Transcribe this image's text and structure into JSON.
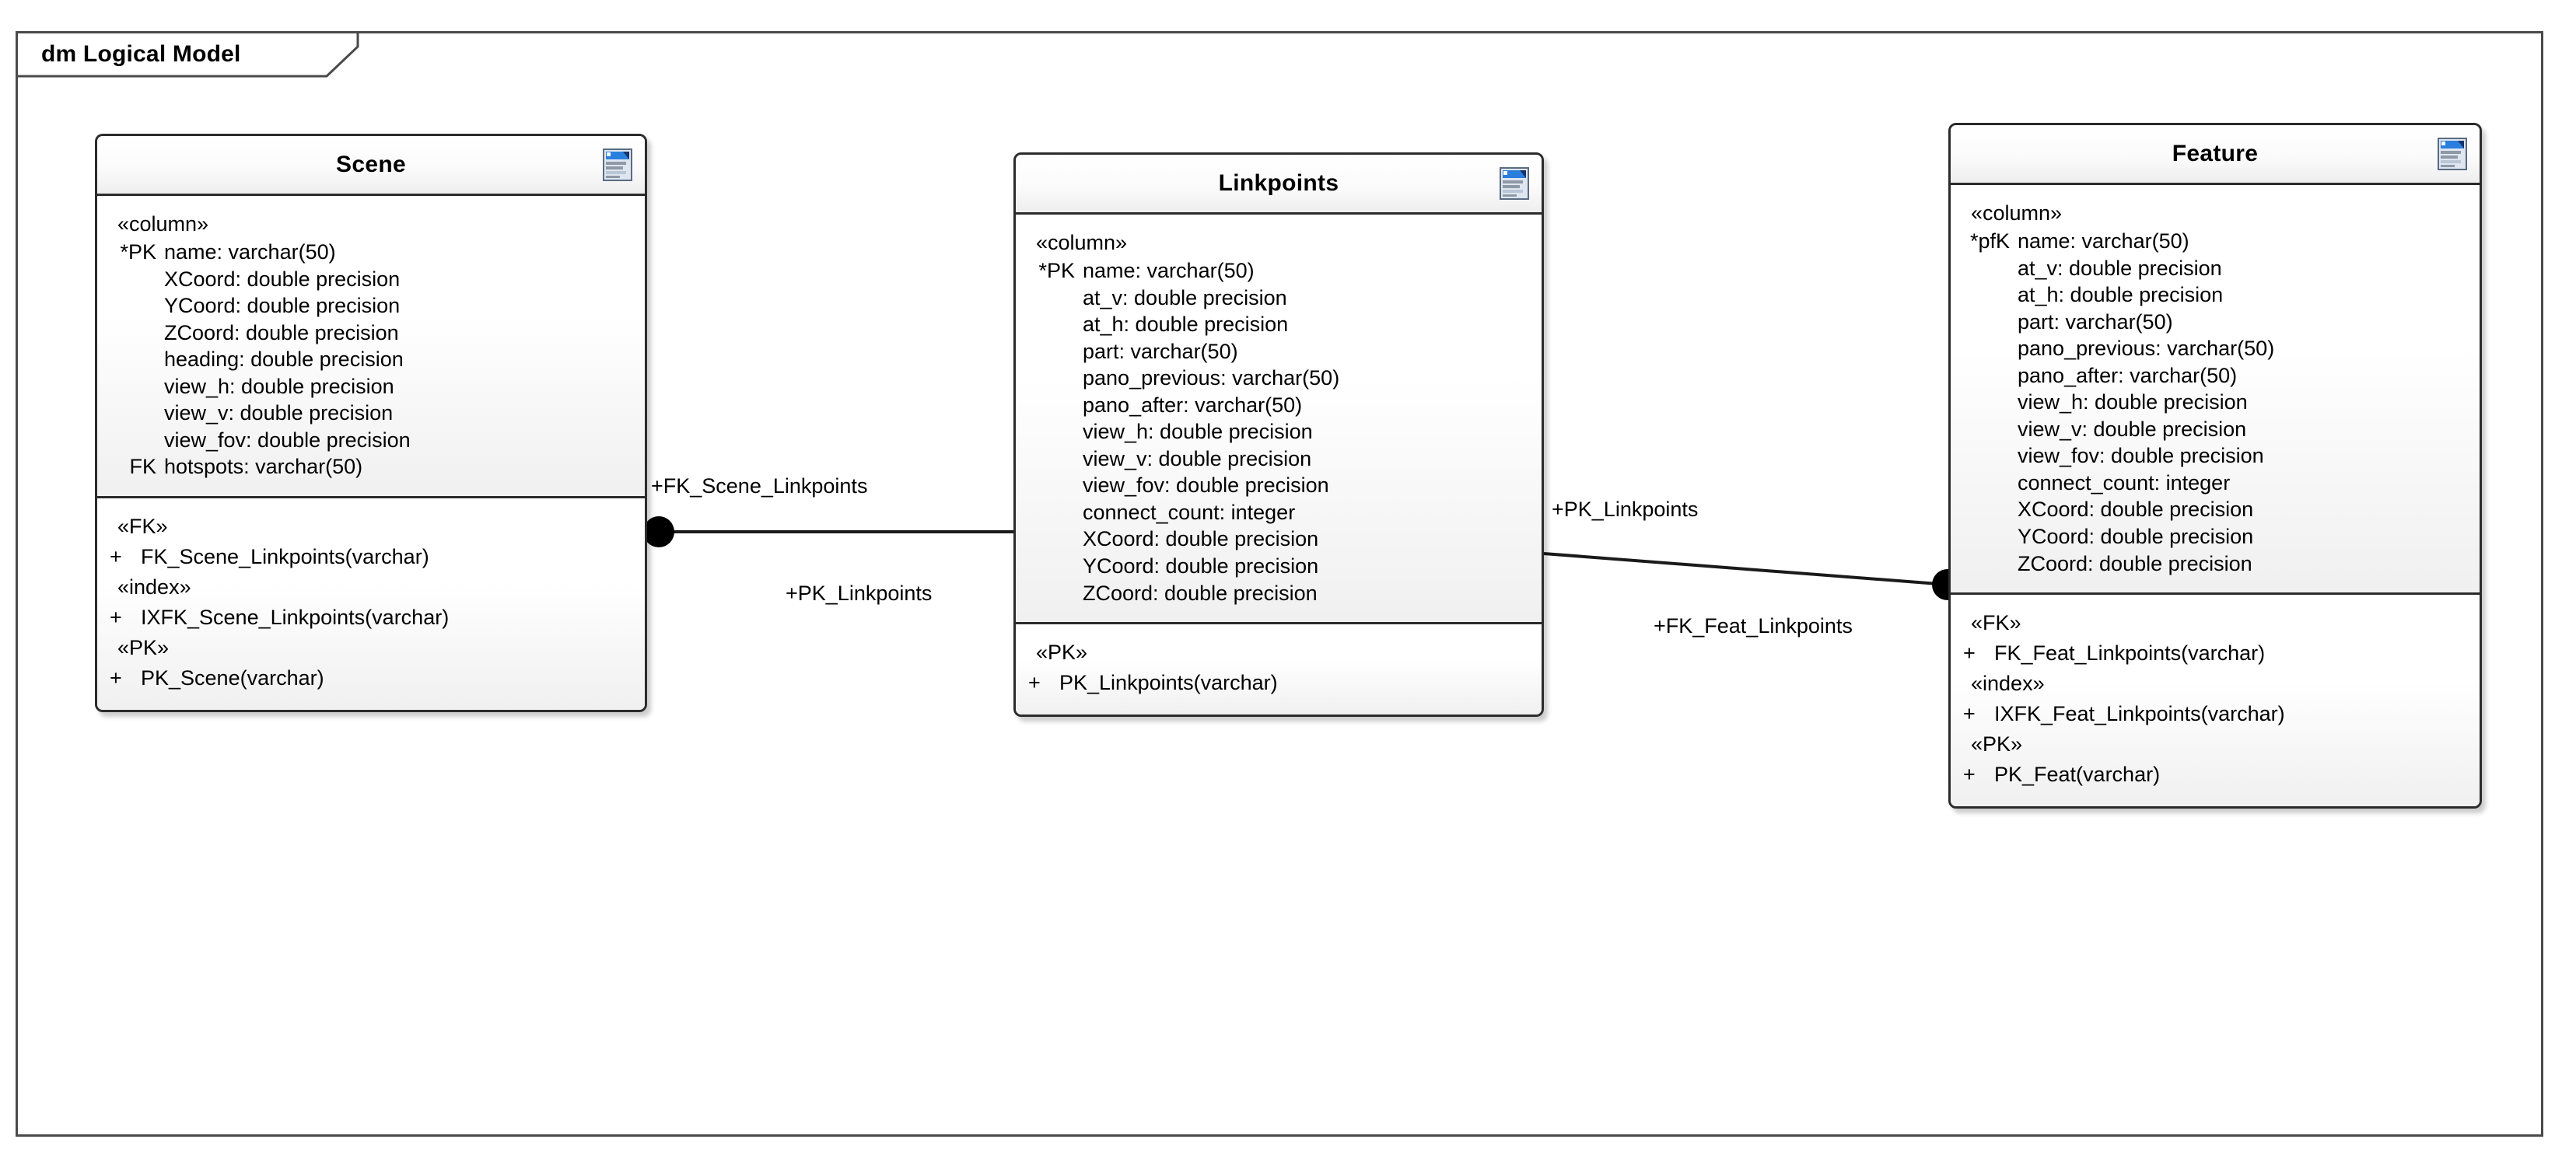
{
  "frame": {
    "label": "dm Logical Model"
  },
  "entities": [
    {
      "id": "scene",
      "title": "Scene",
      "icon": "table-entity-icon",
      "columns_stereotype": "«column»",
      "columns": [
        {
          "key": "*PK",
          "name": "name: varchar(50)"
        },
        {
          "key": "",
          "name": "XCoord: double precision"
        },
        {
          "key": "",
          "name": "YCoord: double precision"
        },
        {
          "key": "",
          "name": "ZCoord: double precision"
        },
        {
          "key": "",
          "name": "heading: double precision"
        },
        {
          "key": "",
          "name": "view_h: double precision"
        },
        {
          "key": "",
          "name": "view_v: double precision"
        },
        {
          "key": "",
          "name": "view_fov: double precision"
        },
        {
          "key": "FK",
          "name": "hotspots: varchar(50)"
        }
      ],
      "groups": [
        {
          "stereotype": "«FK»",
          "items": [
            {
              "vis": "+",
              "name": "FK_Scene_Linkpoints(varchar)"
            }
          ]
        },
        {
          "stereotype": "«index»",
          "items": [
            {
              "vis": "+",
              "name": "IXFK_Scene_Linkpoints(varchar)"
            }
          ]
        },
        {
          "stereotype": "«PK»",
          "items": [
            {
              "vis": "+",
              "name": "PK_Scene(varchar)"
            }
          ]
        }
      ]
    },
    {
      "id": "linkpoints",
      "title": "Linkpoints",
      "icon": "table-entity-icon",
      "columns_stereotype": "«column»",
      "columns": [
        {
          "key": "*PK",
          "name": "name: varchar(50)"
        },
        {
          "key": "",
          "name": "at_v: double precision"
        },
        {
          "key": "",
          "name": "at_h: double precision"
        },
        {
          "key": "",
          "name": "part: varchar(50)"
        },
        {
          "key": "",
          "name": "pano_previous: varchar(50)"
        },
        {
          "key": "",
          "name": "pano_after: varchar(50)"
        },
        {
          "key": "",
          "name": "view_h: double precision"
        },
        {
          "key": "",
          "name": "view_v: double precision"
        },
        {
          "key": "",
          "name": "view_fov: double precision"
        },
        {
          "key": "",
          "name": "connect_count: integer"
        },
        {
          "key": "",
          "name": "XCoord: double precision"
        },
        {
          "key": "",
          "name": "YCoord: double precision"
        },
        {
          "key": "",
          "name": "ZCoord: double precision"
        }
      ],
      "groups": [
        {
          "stereotype": "«PK»",
          "items": [
            {
              "vis": "+",
              "name": "PK_Linkpoints(varchar)"
            }
          ]
        }
      ]
    },
    {
      "id": "feature",
      "title": "Feature",
      "icon": "table-entity-icon",
      "columns_stereotype": "«column»",
      "columns": [
        {
          "key": "*pfK",
          "name": "name: varchar(50)"
        },
        {
          "key": "",
          "name": "at_v: double precision"
        },
        {
          "key": "",
          "name": "at_h: double precision"
        },
        {
          "key": "",
          "name": "part: varchar(50)"
        },
        {
          "key": "",
          "name": "pano_previous: varchar(50)"
        },
        {
          "key": "",
          "name": "pano_after: varchar(50)"
        },
        {
          "key": "",
          "name": "view_h: double precision"
        },
        {
          "key": "",
          "name": "view_v: double precision"
        },
        {
          "key": "",
          "name": "view_fov: double precision"
        },
        {
          "key": "",
          "name": "connect_count: integer"
        },
        {
          "key": "",
          "name": "XCoord: double precision"
        },
        {
          "key": "",
          "name": "YCoord: double precision"
        },
        {
          "key": "",
          "name": "ZCoord: double precision"
        }
      ],
      "groups": [
        {
          "stereotype": "«FK»",
          "items": [
            {
              "vis": "+",
              "name": "FK_Feat_Linkpoints(varchar)"
            }
          ]
        },
        {
          "stereotype": "«index»",
          "items": [
            {
              "vis": "+",
              "name": "IXFK_Feat_Linkpoints(varchar)"
            }
          ]
        },
        {
          "stereotype": "«PK»",
          "items": [
            {
              "vis": "+",
              "name": "PK_Feat(varchar)"
            }
          ]
        }
      ]
    }
  ],
  "associations": [
    {
      "id": "scene-linkpoints",
      "source_label": "+FK_Scene_Linkpoints",
      "target_label": "+PK_Linkpoints"
    },
    {
      "id": "linkpoints-feature",
      "source_label": "+PK_Linkpoints",
      "target_label": "+FK_Feat_Linkpoints"
    }
  ],
  "colors": {
    "border": "#2b2b2b",
    "frame_border": "#4a4a4a",
    "background": "#ffffff",
    "icon_blue": "#2a7fdd",
    "connector": "#1a1a1a"
  }
}
